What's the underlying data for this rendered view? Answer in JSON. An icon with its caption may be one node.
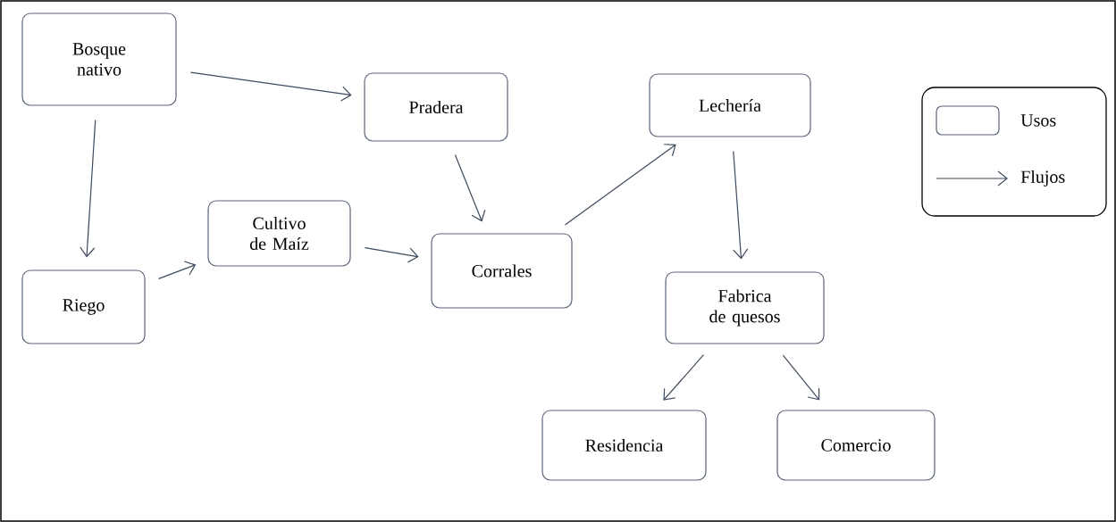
{
  "diagram": {
    "nodes": [
      {
        "text": [
          "Bosque nativo"
        ]
      },
      {
        "text": [
          "Pradera"
        ]
      },
      {
        "text": [
          "Lechería"
        ]
      },
      {
        "text": [
          "Cultivo de Maíz"
        ]
      },
      {
        "text": [
          "Corrales"
        ]
      },
      {
        "text": [
          "Riego"
        ]
      },
      {
        "text": [
          "Fabrica de quesos"
        ]
      },
      {
        "text": [
          "Residencia"
        ]
      },
      {
        "text": [
          "Comercio"
        ]
      }
    ],
    "edges": [
      {
        "from": 0,
        "to": 1,
        "arrow": "to"
      },
      {
        "from": 0,
        "to": 5,
        "arrow": "to"
      },
      {
        "from": 5,
        "to": 3,
        "arrow": "to"
      },
      {
        "from": 3,
        "to": 4,
        "arrow": "to"
      },
      {
        "from": 1,
        "to": 4,
        "arrow": "to"
      },
      {
        "from": 4,
        "to": 2,
        "arrow": "to"
      },
      {
        "from": 2,
        "to": 6,
        "arrow": "to"
      },
      {
        "from": 6,
        "to": 7,
        "arrow": "to"
      },
      {
        "from": 6,
        "to": 8,
        "arrow": "to"
      }
    ],
    "legend": [
      {
        "text": "Usos"
      },
      {
        "text": "Flujos"
      }
    ]
  }
}
